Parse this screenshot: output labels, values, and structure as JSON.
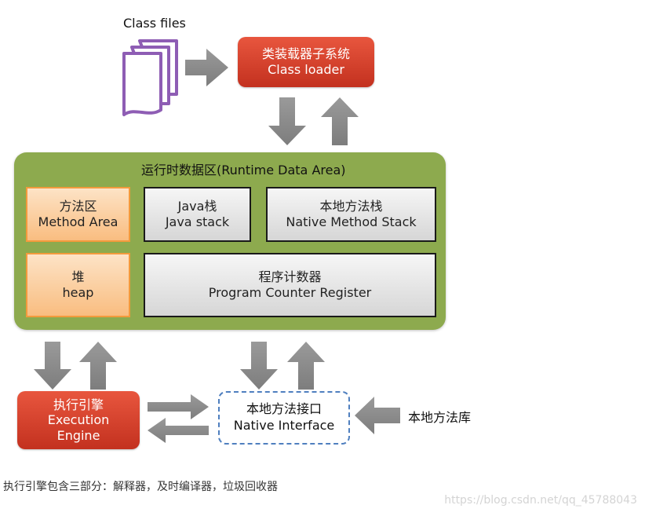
{
  "class_files": "Class files",
  "class_loader": {
    "zh": "类装载器子系统",
    "en": "Class loader"
  },
  "runtime_area": {
    "title": "运行时数据区(Runtime Data Area)",
    "method_area": {
      "zh": "方法区",
      "en": "Method Area"
    },
    "java_stack": {
      "zh": "Java栈",
      "en": "Java stack"
    },
    "native_stack": {
      "zh": "本地方法栈",
      "en": "Native Method Stack"
    },
    "heap": {
      "zh": "堆",
      "en": "heap"
    },
    "pc_register": {
      "zh": "程序计数器",
      "en": "Program Counter Register"
    }
  },
  "execution_engine": {
    "zh": "执行引擎",
    "en1": "Execution",
    "en2": "Engine"
  },
  "native_interface": {
    "zh": "本地方法接口",
    "en": "Native Interface"
  },
  "native_library": "本地方法库",
  "caption": "执行引擎包含三部分：解释器，及时编译器，垃圾回收器",
  "watermark": "https://blog.csdn.net/qq_45788043",
  "colors": {
    "red": "#d53c27",
    "green": "#8daa4e",
    "orange": "#f9bd80",
    "grey_arrow": "#8a8a8a",
    "dashed_border": "#4f7fbf",
    "document_outline": "#8e5db4"
  }
}
